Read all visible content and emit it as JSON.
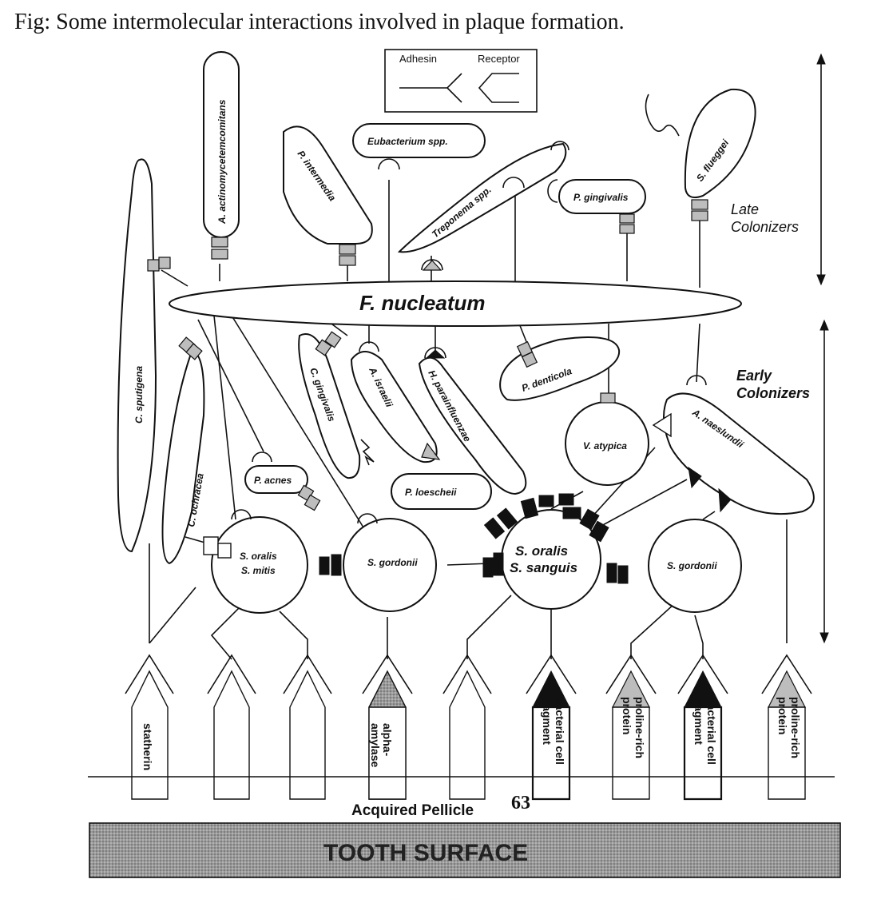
{
  "caption": "Fig:  Some intermolecular interactions involved in plaque formation.",
  "legend": {
    "adhesin": "Adhesin",
    "receptor": "Receptor"
  },
  "zones": {
    "late_line1": "Late",
    "late_line2": "Colonizers",
    "early_line1": "Early",
    "early_line2": "Colonizers"
  },
  "organisms": {
    "f_nucleatum": "F. nucleatum",
    "a_actino": "A. actinomycetemcomitans",
    "p_intermedia": "P. intermedia",
    "eubacterium": "Eubacterium spp.",
    "treponema": "Treponema spp.",
    "p_gingivalis": "P. gingivalis",
    "s_flueggei": "S. flueggei",
    "c_sputigena": "C. sputigena",
    "c_ochracea": "C. ochracea",
    "c_gingivalis": "C. gingivalis",
    "a_israelii": "A. israelii",
    "h_parainfluenzae": "H. parainfluenzae",
    "p_denticola": "P. denticola",
    "v_atypica": "V. atypica",
    "a_naeslundii": "A. naeslundii",
    "p_acnes": "P. acnes",
    "p_loescheii": "P. loescheii",
    "s_oralis_mitis_1": "S. oralis",
    "s_oralis_mitis_2": "S. mitis",
    "s_gordonii_1": "S. gordonii",
    "s_oralis_sanguis_1": "S. oralis",
    "s_oralis_sanguis_2": "S. sanguis",
    "s_gordonii_2": "S. gordonii"
  },
  "receptors": {
    "statherin": "statherin",
    "alpha_amylase_1": "alpha-",
    "alpha_amylase_2": "amylase",
    "bcf_1a": "bacterial cell",
    "bcf_1b": "fragment",
    "prp_1a": "proline-rich",
    "prp_1b": "protein",
    "bcf_2a": "bacterial cell",
    "bcf_2b": "fragment",
    "prp_2a": "proline-rich",
    "prp_2b": "protein"
  },
  "pellicle": "Acquired Pellicle",
  "page_number": "63",
  "tooth_surface": "TOOTH SURFACE",
  "colors": {
    "ink": "#111111",
    "gray_fill": "#bdbdbd",
    "tooth_fill": "#8a8a8a"
  }
}
